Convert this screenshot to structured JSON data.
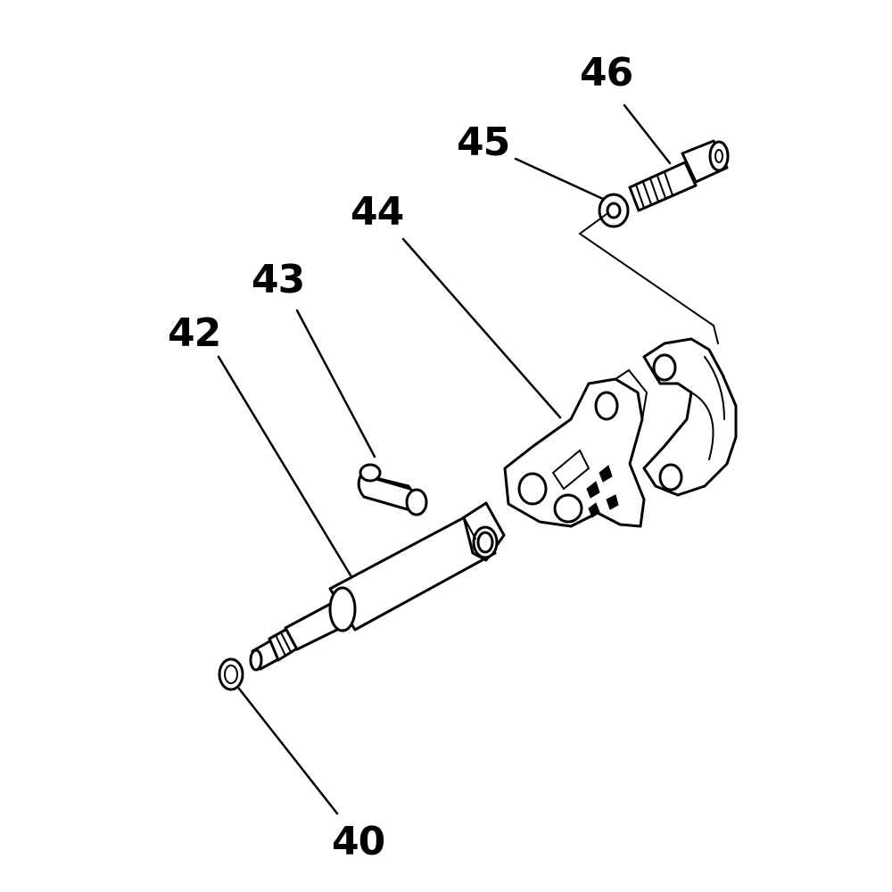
{
  "diagram": {
    "callouts": [
      {
        "id": "40",
        "label": "40"
      },
      {
        "id": "42",
        "label": "42"
      },
      {
        "id": "43",
        "label": "43"
      },
      {
        "id": "44",
        "label": "44"
      },
      {
        "id": "45",
        "label": "45"
      },
      {
        "id": "46",
        "label": "46"
      }
    ],
    "colors": {
      "line": "#000000",
      "background": "#ffffff"
    }
  }
}
